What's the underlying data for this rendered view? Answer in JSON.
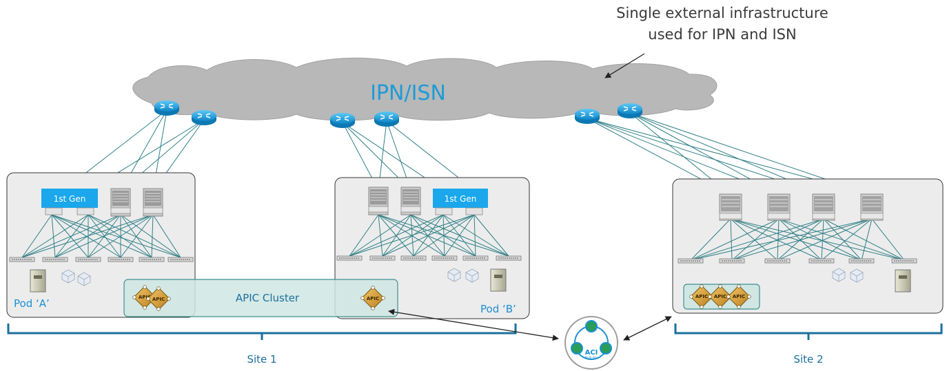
{
  "annotation": {
    "line1": "Single external infrastructure",
    "line2": "used for IPN and ISN"
  },
  "cloud": {
    "label": "IPN/ISN"
  },
  "pods": [
    {
      "label": "Pod ‘A’",
      "gen_label": "1st Gen"
    },
    {
      "label": "Pod ‘B’",
      "gen_label": "1st Gen"
    }
  ],
  "apic_cluster": {
    "label": "APIC Cluster",
    "node_text": "APIC"
  },
  "sites": [
    {
      "label": "Site 1"
    },
    {
      "label": "Site 2"
    }
  ],
  "multisite": {
    "label": "ACI",
    "sub_label": "Multi-Site"
  },
  "colors": {
    "cloud": "#b5b5b5",
    "router": "#1aa3e8",
    "link": "#2f7f86",
    "pod_fill": "#ececec",
    "cluster_fill": "#cfe6e3",
    "accent": "#1b8fd1"
  }
}
